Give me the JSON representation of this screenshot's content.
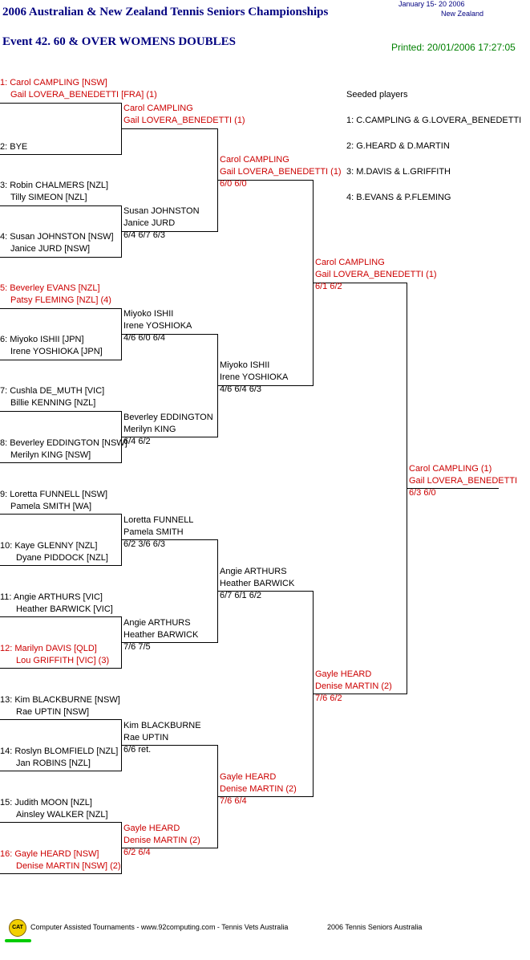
{
  "header": {
    "title": "2006 Australian & New Zealand Tennis Seniors Championships",
    "dates": "January  15- 20 2006",
    "country": "New Zealand",
    "event": "Event 42. 60 & OVER WOMENS DOUBLES",
    "printed": "Printed: 20/01/2006 17:27:05"
  },
  "round1": [
    {
      "l1": "1: Carol CAMPLING [NSW]",
      "l2": "Gail LOVERA_BENEDETTI [FRA] (1)",
      "seed": true
    },
    {
      "l1": "2: BYE",
      "l2": "",
      "seed": false
    },
    {
      "l1": "3: Robin CHALMERS [NZL]",
      "l2": "Tilly SIMEON [NZL]",
      "seed": false
    },
    {
      "l1": "4: Susan JOHNSTON [NSW]",
      "l2": "Janice JURD [NSW]",
      "seed": false
    },
    {
      "l1": "5: Beverley EVANS [NZL]",
      "l2": "Patsy FLEMING [NZL] (4)",
      "seed": true
    },
    {
      "l1": "6: Miyoko ISHII [JPN]",
      "l2": "Irene YOSHIOKA [JPN]",
      "seed": false
    },
    {
      "l1": "7: Cushla DE_MUTH [VIC]",
      "l2": "Billie KENNING [NZL]",
      "seed": false
    },
    {
      "l1": "8: Beverley EDDINGTON [NSW]",
      "l2": "Merilyn KING [NSW]",
      "seed": false
    },
    {
      "l1": "9: Loretta FUNNELL [NSW]",
      "l2": "Pamela SMITH [WA]",
      "seed": false
    },
    {
      "l1": "10: Kaye GLENNY [NZL]",
      "l2": "Dyane PIDDOCK [NZL]",
      "seed": false
    },
    {
      "l1": "11: Angie ARTHURS [VIC]",
      "l2": "Heather BARWICK [VIC]",
      "seed": false
    },
    {
      "l1": "12: Marilyn DAVIS [QLD]",
      "l2": "Lou GRIFFITH [VIC] (3)",
      "seed": true
    },
    {
      "l1": "13: Kim BLACKBURNE [NSW]",
      "l2": "Rae UPTIN [NSW]",
      "seed": false
    },
    {
      "l1": "14: Roslyn BLOMFIELD [NZL]",
      "l2": "Jan ROBINS [NZL]",
      "seed": false
    },
    {
      "l1": "15: Judith MOON [NZL]",
      "l2": "Ainsley WALKER [NZL]",
      "seed": false
    },
    {
      "l1": "16: Gayle HEARD [NSW]",
      "l2": "Denise MARTIN [NSW] (2)",
      "seed": true
    }
  ],
  "round2": [
    {
      "l1": "Carol CAMPLING",
      "l2": "Gail LOVERA_BENEDETTI (1)",
      "score": "",
      "seed": true
    },
    {
      "l1": "Susan JOHNSTON",
      "l2": "Janice JURD",
      "score": "6/4 6/7 6/3",
      "seed": false
    },
    {
      "l1": "Miyoko ISHII",
      "l2": "Irene YOSHIOKA",
      "score": "4/6 6/0 6/4",
      "seed": false
    },
    {
      "l1": "Beverley EDDINGTON",
      "l2": "Merilyn KING",
      "score": "6/4 6/2",
      "seed": false
    },
    {
      "l1": "Loretta FUNNELL",
      "l2": "Pamela SMITH",
      "score": "6/2 3/6 6/3",
      "seed": false
    },
    {
      "l1": "Angie ARTHURS",
      "l2": "Heather BARWICK",
      "score": "7/6 7/5",
      "seed": false
    },
    {
      "l1": "Kim BLACKBURNE",
      "l2": "Rae UPTIN",
      "score": "6/6 ret.",
      "seed": false
    },
    {
      "l1": "Gayle HEARD",
      "l2": "Denise MARTIN (2)",
      "score": "6/2 6/4",
      "seed": true
    }
  ],
  "round3": [
    {
      "l1": "Carol CAMPLING",
      "l2": "Gail LOVERA_BENEDETTI (1)",
      "score": "6/0 6/0",
      "seed": true
    },
    {
      "l1": "Miyoko ISHII",
      "l2": "Irene YOSHIOKA",
      "score": "4/6 6/4 6/3",
      "seed": false
    },
    {
      "l1": "Angie ARTHURS",
      "l2": "Heather BARWICK",
      "score": "6/7 6/1 6/2",
      "seed": false
    },
    {
      "l1": "Gayle HEARD",
      "l2": "Denise MARTIN (2)",
      "score": "7/6 6/4",
      "seed": true
    }
  ],
  "round4": [
    {
      "l1": "Carol CAMPLING",
      "l2": "Gail LOVERA_BENEDETTI (1)",
      "score": "6/1 6/2",
      "seed": true
    },
    {
      "l1": "Gayle HEARD",
      "l2": "Denise MARTIN (2)",
      "score": "7/6 6/2",
      "seed": true
    }
  ],
  "winner": {
    "l1": "Carol CAMPLING (1)",
    "l2": "Gail LOVERA_BENEDETTI",
    "score": "6/3 6/0"
  },
  "seeds": {
    "heading": "Seeded players",
    "s1": "1: C.CAMPLING & G.LOVERA_BENEDETTI",
    "s2": "2: G.HEARD & D.MARTIN",
    "s3": "3: M.DAVIS & L.GRIFFITH",
    "s4": "4: B.EVANS & P.FLEMING"
  },
  "footer": {
    "logo": "CAT",
    "left": "Computer Assisted Tournaments - www.92computing.com -  Tennis Vets Australia",
    "right": "2006 Tennis Seniors Australia"
  }
}
